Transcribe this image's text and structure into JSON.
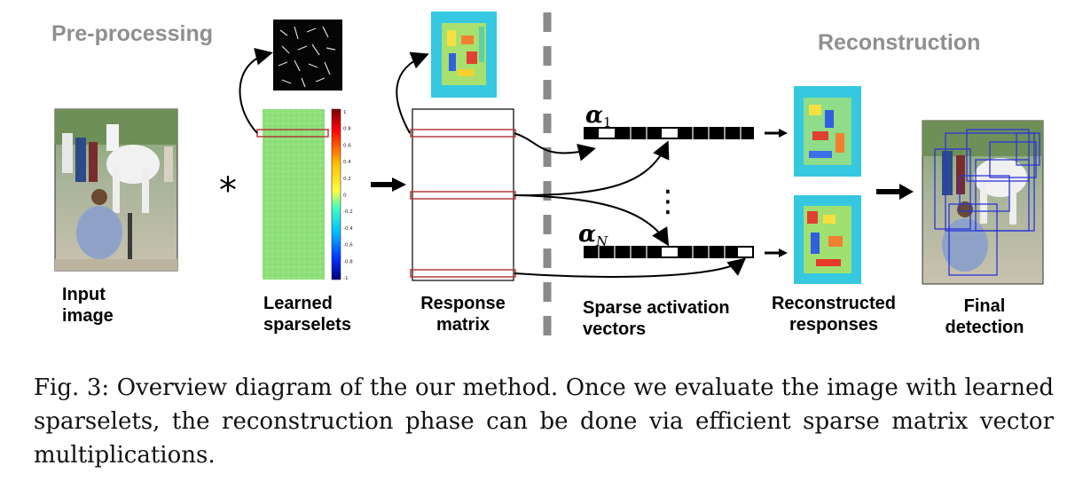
{
  "headers": {
    "preprocessing": "Pre-processing",
    "reconstruction": "Reconstruction"
  },
  "labels": {
    "input_image": "Input\nimage",
    "learned_sparselets": "Learned\nsparselets",
    "response_matrix": "Response\nmatrix",
    "sparse_activation_vectors": "Sparse activation\nvectors",
    "reconstructed_responses": "Reconstructed\nresponses",
    "final_detection": "Final\ndetection"
  },
  "operator_symbol": "*",
  "vector_labels": {
    "alpha1_base": "α",
    "alpha1_sub": "1",
    "alphaN_base": "α",
    "alphaN_sub": "N",
    "ellipsis": "⋮"
  },
  "colorbar_ticks": [
    "1",
    "0.8",
    "0.6",
    "0.4",
    "0.2",
    "0",
    "-0.2",
    "-0.4",
    "-0.6",
    "-0.8",
    "-1"
  ],
  "caption": {
    "fig_label": "Fig. 3:",
    "text": "Overview diagram of the our method. Once we evaluate the image with learned sparselets, the reconstruction phase can be done via efficient sparse matrix vector multiplications."
  },
  "colors": {
    "header_gray": "#8f8f8f",
    "sparselet_green": "#8fe07a",
    "row_highlight": "#b23a3a",
    "heatmap_cyan": "#35c8e0",
    "detection_box": "#2a35d8"
  }
}
